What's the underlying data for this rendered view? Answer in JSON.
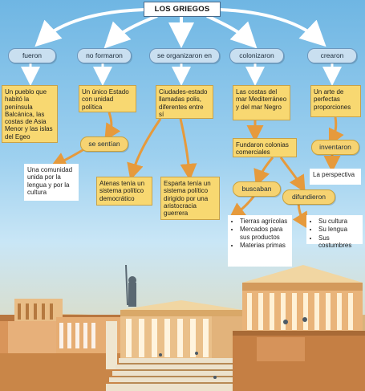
{
  "title": "LOS GRIEGOS",
  "level1": {
    "fueron": "fueron",
    "no_formaron": "no formaron",
    "se_organizaron": "se organizaron en",
    "colonizaron": "colonizaron",
    "crearon": "crearon"
  },
  "boxes": {
    "pueblo": "Un pueblo que habitó la península Balcánica, las costas de Asia Menor y las islas del Egeo",
    "estado": "Un único Estado con unidad política",
    "ciudades": "Ciudades-estado llamadas polis, diferentes entre sí",
    "costas": "Las costas del mar Mediterráneo y del mar Negro",
    "arte": "Un arte de perfectas proporciones",
    "atenas": "Atenas tenía un sistema político democrático",
    "esparta": "Esparta tenía un sistema político dirigido por una aristocracia guerrera",
    "fundaron": "Fundaron colonias comerciales"
  },
  "level2": {
    "se_sentian": "se sentían",
    "inventaron": "inventaron",
    "buscaban": "buscaban",
    "difundieron": "difundieron"
  },
  "white": {
    "comunidad": "Una comunidad unida por la lengua y por la cultura",
    "perspectiva": "La perspectiva",
    "buscaban_items": [
      "Tierras agrícolas",
      "Mercados para sus productos",
      "Materias primas"
    ],
    "difundieron_items": [
      "Su cultura",
      "Su lengua",
      "Sus costumbres"
    ]
  },
  "colors": {
    "sky": "#8cc7ea",
    "oval_blue": "#c9dff0",
    "box_yellow": "#f8d871",
    "arrow_orange": "#e69a3c",
    "stone": "#e0a35a"
  }
}
